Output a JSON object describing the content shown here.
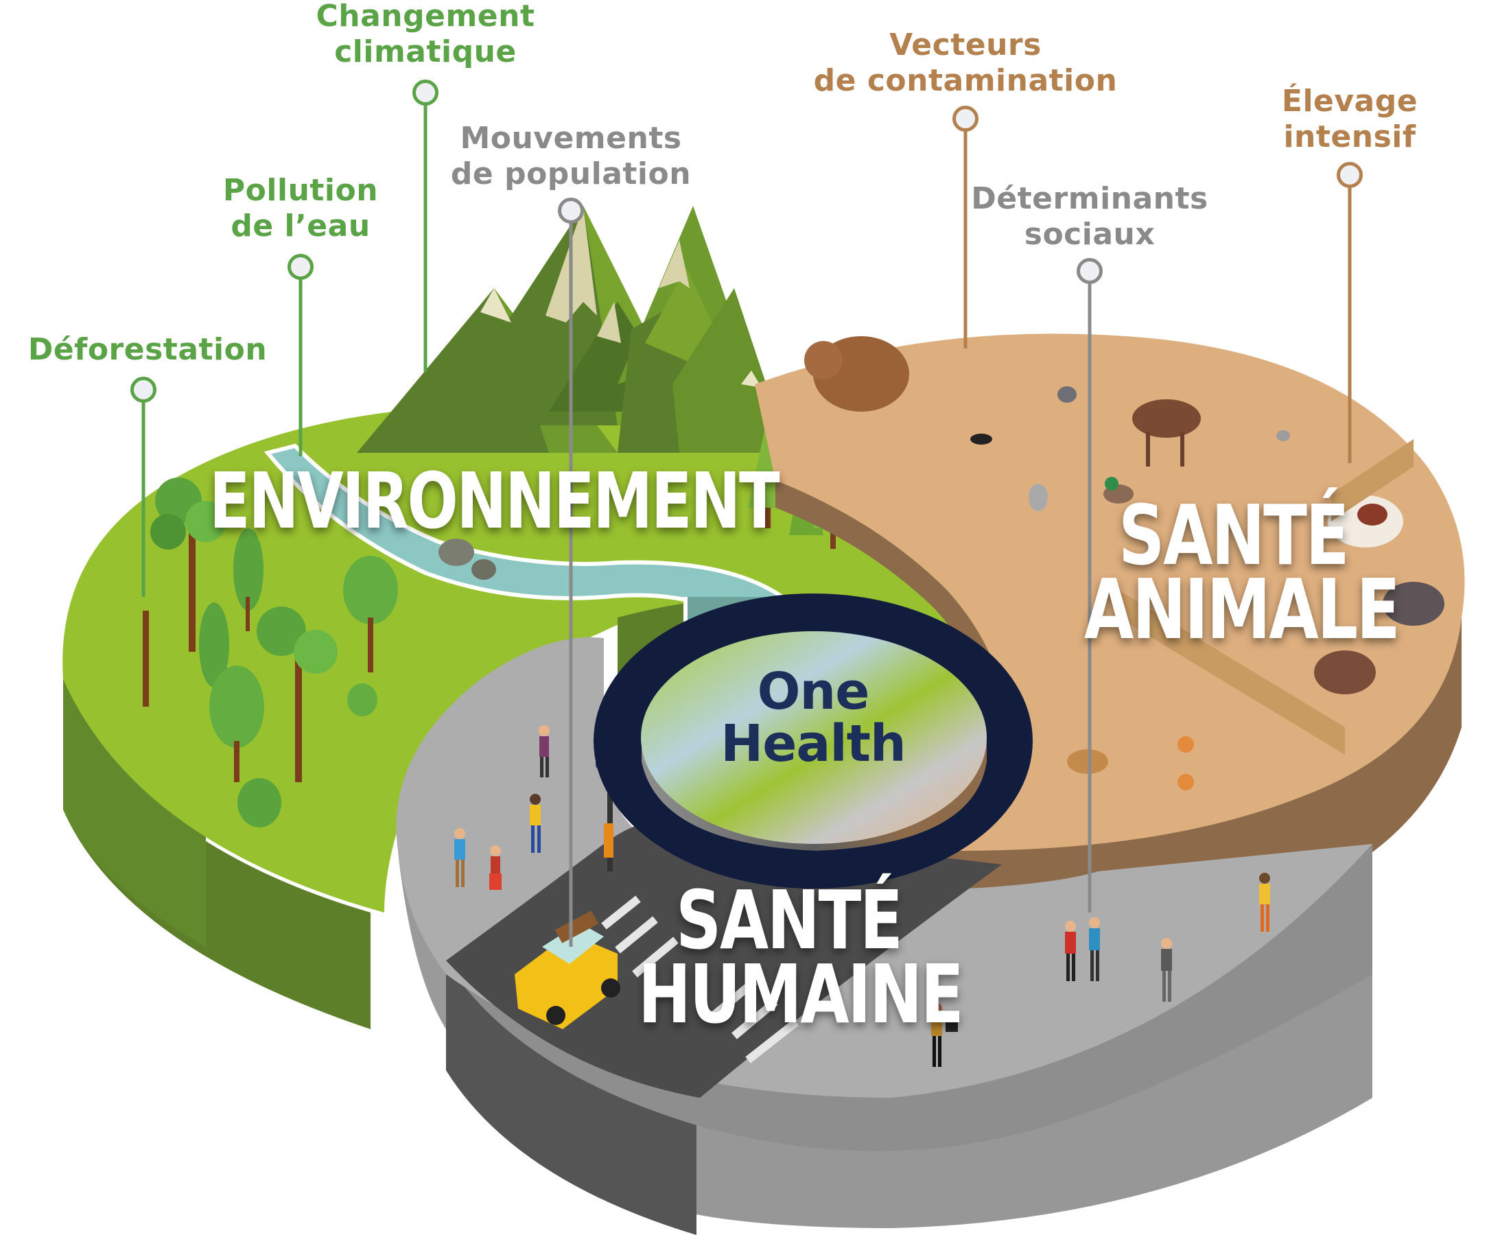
{
  "colors": {
    "environment": "#5aa346",
    "environment_top": "#98c12f",
    "environment_side": "#5d7f2a",
    "animal": "#b3804e",
    "animal_top": "#ddae7e",
    "animal_side": "#8c6a4a",
    "human": "#8a8a8a",
    "human_top": "#adadad",
    "human_side": "#8e8e8e",
    "road": "#4b4b4b",
    "center_text": "#1c2f5a",
    "center_dark": "#121d3d",
    "river": "#8cc7c4"
  },
  "center": {
    "line1": "One",
    "line2": "Health"
  },
  "domains": {
    "environment": "ENVIRONNEMENT",
    "animal_line1": "SANTÉ",
    "animal_line2": "ANIMALE",
    "human_line1": "SANTÉ",
    "human_line2": "HUMAINE"
  },
  "factors": [
    {
      "id": "deforestation",
      "line1": "Déforestation",
      "line2": "",
      "category": "environment"
    },
    {
      "id": "pollution-eau",
      "line1": "Pollution",
      "line2": "de l’eau",
      "category": "environment"
    },
    {
      "id": "changement-climatique",
      "line1": "Changement",
      "line2": "climatique",
      "category": "environment"
    },
    {
      "id": "mouvements-population",
      "line1": "Mouvements",
      "line2": "de population",
      "category": "human"
    },
    {
      "id": "vecteurs-contamination",
      "line1": "Vecteurs",
      "line2": "de contamination",
      "category": "animal"
    },
    {
      "id": "determinants-sociaux",
      "line1": "Déterminants",
      "line2": "sociaux",
      "category": "human"
    },
    {
      "id": "elevage-intensif",
      "line1": "Élevage",
      "line2": "intensif",
      "category": "animal"
    }
  ]
}
